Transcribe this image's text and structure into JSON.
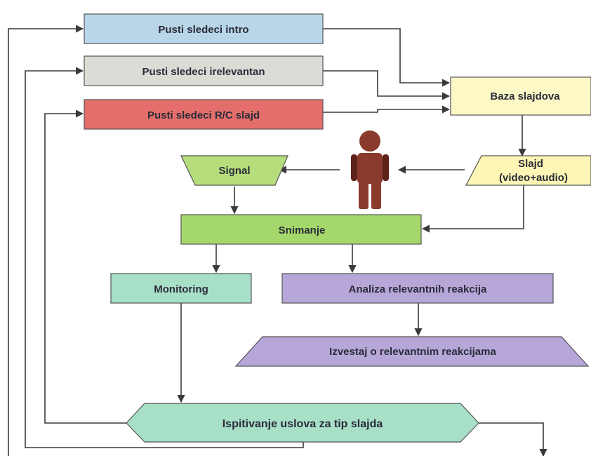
{
  "nodes": {
    "intro": {
      "label": "Pusti sledeci intro",
      "color": "#b8d6e8"
    },
    "irelevantan": {
      "label": "Pusti sledeci irelevantan",
      "color": "#dcdcd6"
    },
    "rc": {
      "label": "Pusti sledeci R/C slajd",
      "color": "#e46f6a"
    },
    "baza": {
      "label": "Baza slajdova",
      "color": "#fdf9c6"
    },
    "slajd": {
      "label_line1": "Slajd",
      "label_line2": "(video+audio)",
      "color": "#fdf6b4"
    },
    "signal": {
      "label": "Signal",
      "color": "#b5dd7c"
    },
    "snimanje": {
      "label": "Snimanje",
      "color": "#a5d86b"
    },
    "monitoring": {
      "label": "Monitoring",
      "color": "#a7dfc7"
    },
    "analiza": {
      "label": "Analiza relevantnih reakcija",
      "color": "#b6a7d8"
    },
    "izvestaj": {
      "label": "Izvestaj o relevantnim reakcijama",
      "color": "#b6a7d8"
    },
    "ispitivanje": {
      "label": "Ispitivanje uslova za tip slajda",
      "color": "#a7dfc7"
    }
  },
  "colors": {
    "person_fill": "#8a3b2e",
    "person_shadow": "#5e2219"
  }
}
